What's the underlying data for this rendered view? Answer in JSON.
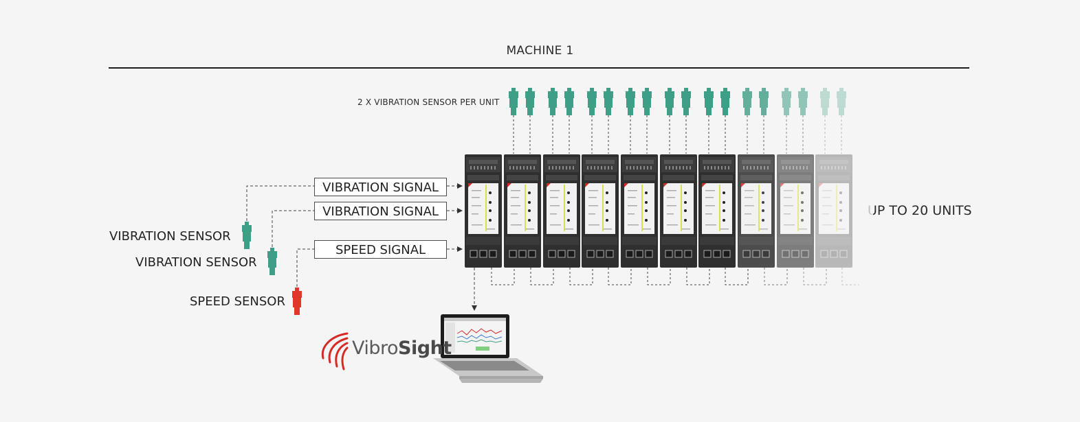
{
  "title": "MACHINE 1",
  "per_unit_label": "2 X VIBRATION SENSOR PER UNIT",
  "max_units_label": "UP TO 20 UNITS",
  "signals": {
    "vibration_1": "VIBRATION SIGNAL",
    "vibration_2": "VIBRATION SIGNAL",
    "speed": "SPEED SIGNAL"
  },
  "sensors": {
    "vibration_1": "VIBRATION SENSOR",
    "vibration_2": "VIBRATION SENSOR",
    "speed": "SPEED SENSOR"
  },
  "logo": {
    "prefix": "Vibro",
    "suffix": "Sight"
  },
  "colors": {
    "vibration_sensor": "#3f9e86",
    "speed_sensor": "#e0372a",
    "logo_red": "#d62a25",
    "rule": "#1e1e1e"
  },
  "icons": [
    "vibration-sensor-icon",
    "speed-sensor-icon",
    "monitoring-unit-icon",
    "laptop-icon",
    "vibrosight-logo-icon"
  ]
}
